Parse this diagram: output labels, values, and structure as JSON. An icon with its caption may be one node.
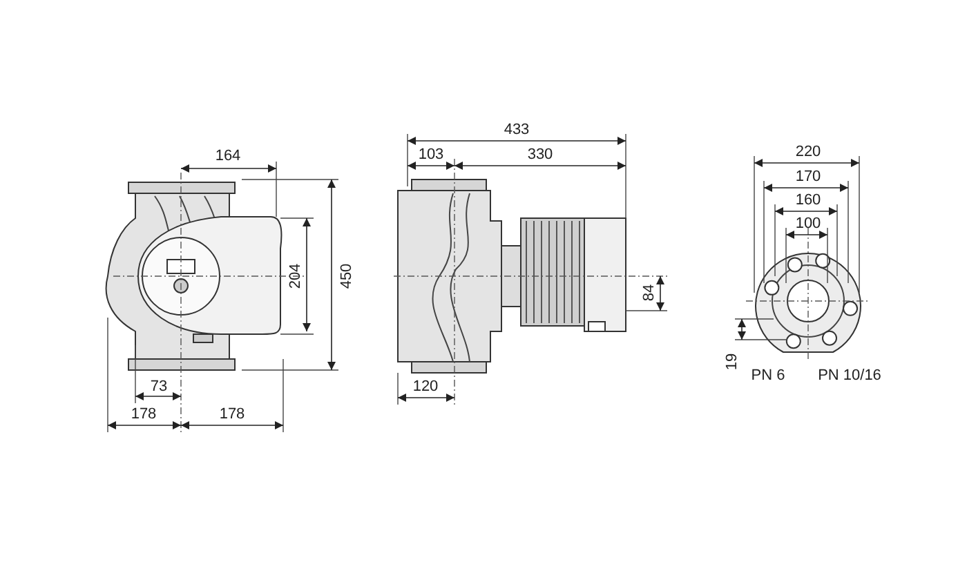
{
  "diagram": {
    "labels": [
      "433",
      "164",
      "103",
      "330",
      "220",
      "170",
      "160",
      "100",
      "204",
      "450",
      "84",
      "19",
      "73",
      "PN 6",
      "PN 10/16",
      "120",
      "178",
      "178"
    ]
  }
}
